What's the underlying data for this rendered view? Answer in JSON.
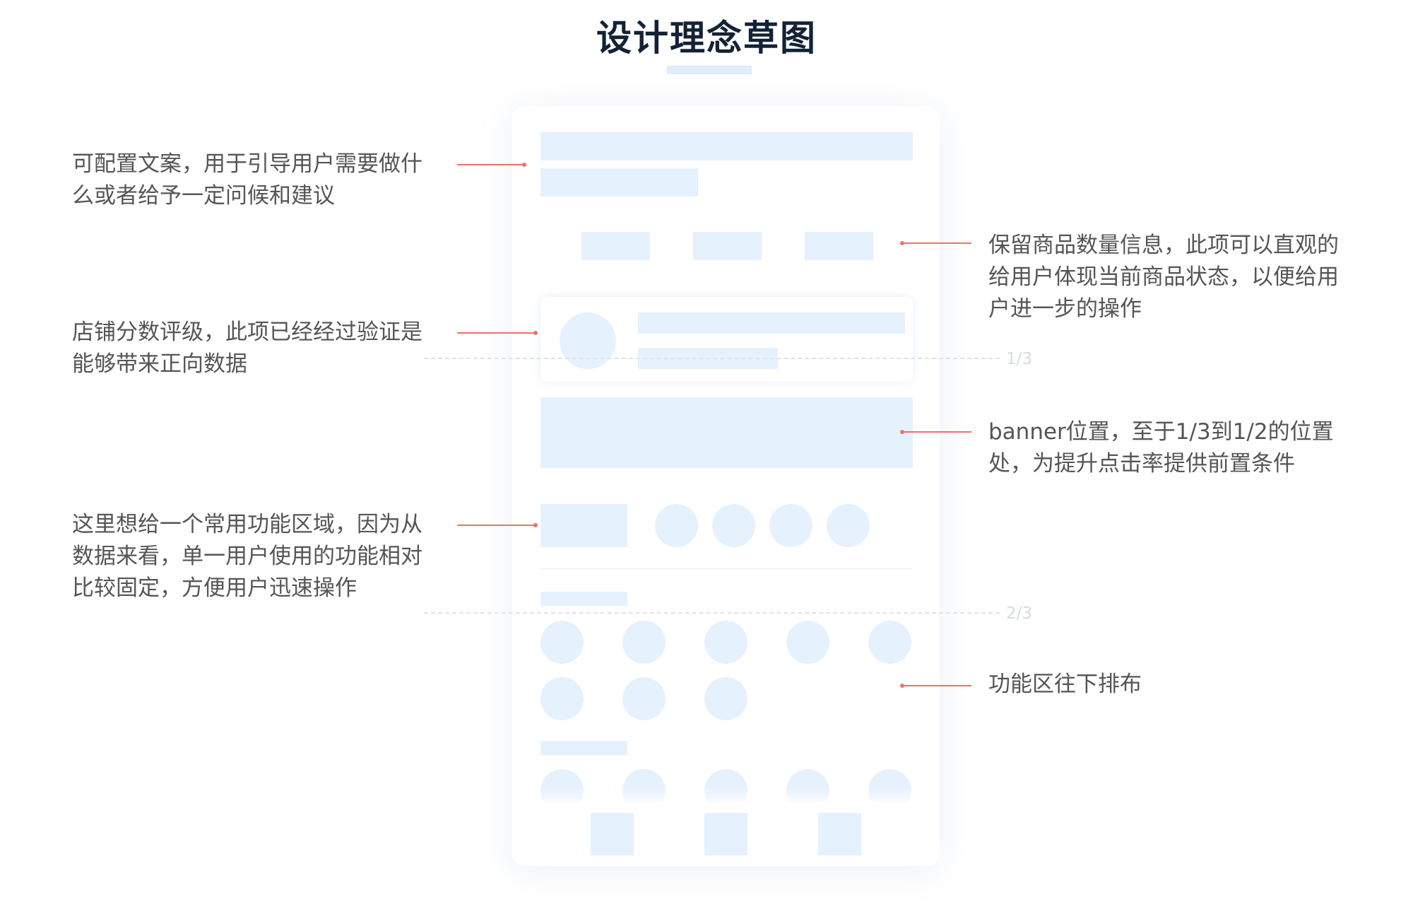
{
  "title": "设计理念草图",
  "annotations": [
    {
      "id": "copy",
      "text": "可配置文案，用于引导用户需要做什\n么或者给予一定问候和建议"
    },
    {
      "id": "rating",
      "text": "店铺分数评级，此项已经经过验证是\n能够带来正向数据"
    },
    {
      "id": "shortcut",
      "text": "这里想给一个常用功能区域，因为从\n数据来看，单一用户使用的功能相对\n比较固定，方便用户迅速操作"
    },
    {
      "id": "count",
      "text": "保留商品数量信息，此项可以直观的\n给用户体现当前商品状态，以便给用\n户进一步的操作"
    },
    {
      "id": "banner",
      "text": "banner位置，至于1/3到1/2的位置\n处，为提升点击率提供前置条件"
    },
    {
      "id": "functions",
      "text": "功能区往下排布"
    }
  ],
  "markers": {
    "third": "1/3",
    "two_thirds": "2/3"
  },
  "colors": {
    "title": "#132235",
    "placeholder": "#e6f1fe",
    "leader_line": "#f07069",
    "annotation_text": "#555555"
  }
}
